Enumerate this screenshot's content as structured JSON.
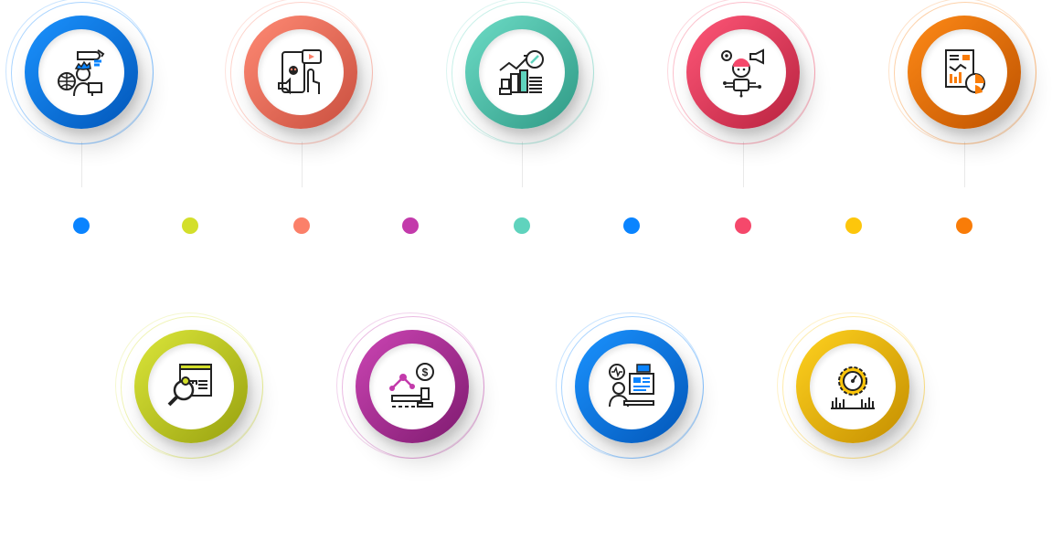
{
  "diagram": {
    "top_nodes": [
      {
        "id": "dev",
        "icon": "web-developer-icon",
        "color": "#0a84ff",
        "color2": "#0256b8"
      },
      {
        "id": "social",
        "icon": "mobile-social-marketing-icon",
        "color": "#fb8069",
        "color2": "#c94f3f"
      },
      {
        "id": "growth",
        "icon": "growth-chart-coins-icon",
        "color": "#5fd3bd",
        "color2": "#2f9985"
      },
      {
        "id": "bot",
        "icon": "ai-marketing-robot-icon",
        "color": "#f5486b",
        "color2": "#b8223f"
      },
      {
        "id": "report",
        "icon": "analytics-report-icon",
        "color": "#f97c08",
        "color2": "#bd5200"
      }
    ],
    "bottom_nodes": [
      {
        "id": "keyword",
        "icon": "keyword-research-icon",
        "color": "#d3df2b",
        "color2": "#98a10f"
      },
      {
        "id": "bid",
        "icon": "bid-pricing-icon",
        "color": "#c33aab",
        "color2": "#7e1a6f"
      },
      {
        "id": "support",
        "icon": "online-support-icon",
        "color": "#0a84ff",
        "color2": "#0256b8"
      },
      {
        "id": "speed",
        "icon": "speed-optimization-icon",
        "color": "#fdc60b",
        "color2": "#c48e00"
      }
    ],
    "timeline_dots": [
      "#0a84ff",
      "#d3df2b",
      "#fb8069",
      "#c33aab",
      "#5fd3bd",
      "#0a84ff",
      "#f5486b",
      "#fdc60b",
      "#f97c08"
    ]
  }
}
